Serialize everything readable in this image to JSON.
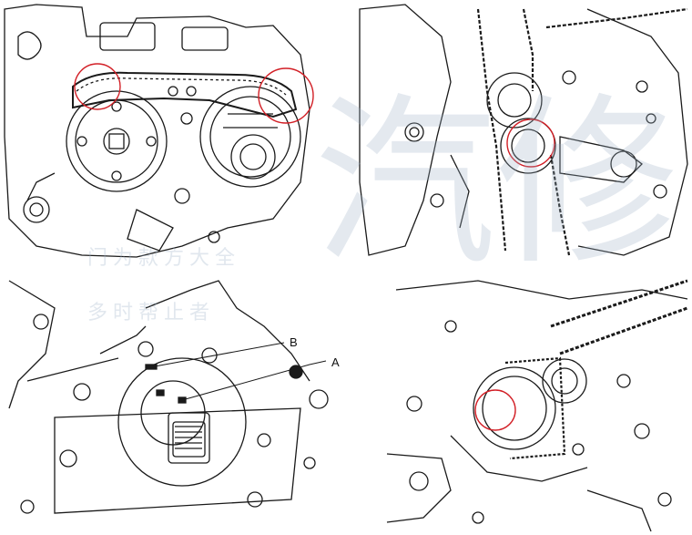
{
  "figure": {
    "panels": [
      {
        "id": "cam-sprockets",
        "description_visible": false
      },
      {
        "id": "crank-sprocket-chain",
        "description_visible": false
      },
      {
        "id": "crank-marks",
        "description_visible": false
      },
      {
        "id": "crank-sprocket-installed",
        "description_visible": false
      }
    ],
    "callouts": {
      "label_a": "A",
      "label_b": "B"
    },
    "highlight_color": "#d21f26",
    "line_color": "#1a1a1a",
    "watermark_color": "#9fb3c8"
  },
  "watermark": {
    "big_chars": "汽修",
    "small_chars_rows": [
      "门为款方大全",
      "多时帮止者"
    ]
  }
}
